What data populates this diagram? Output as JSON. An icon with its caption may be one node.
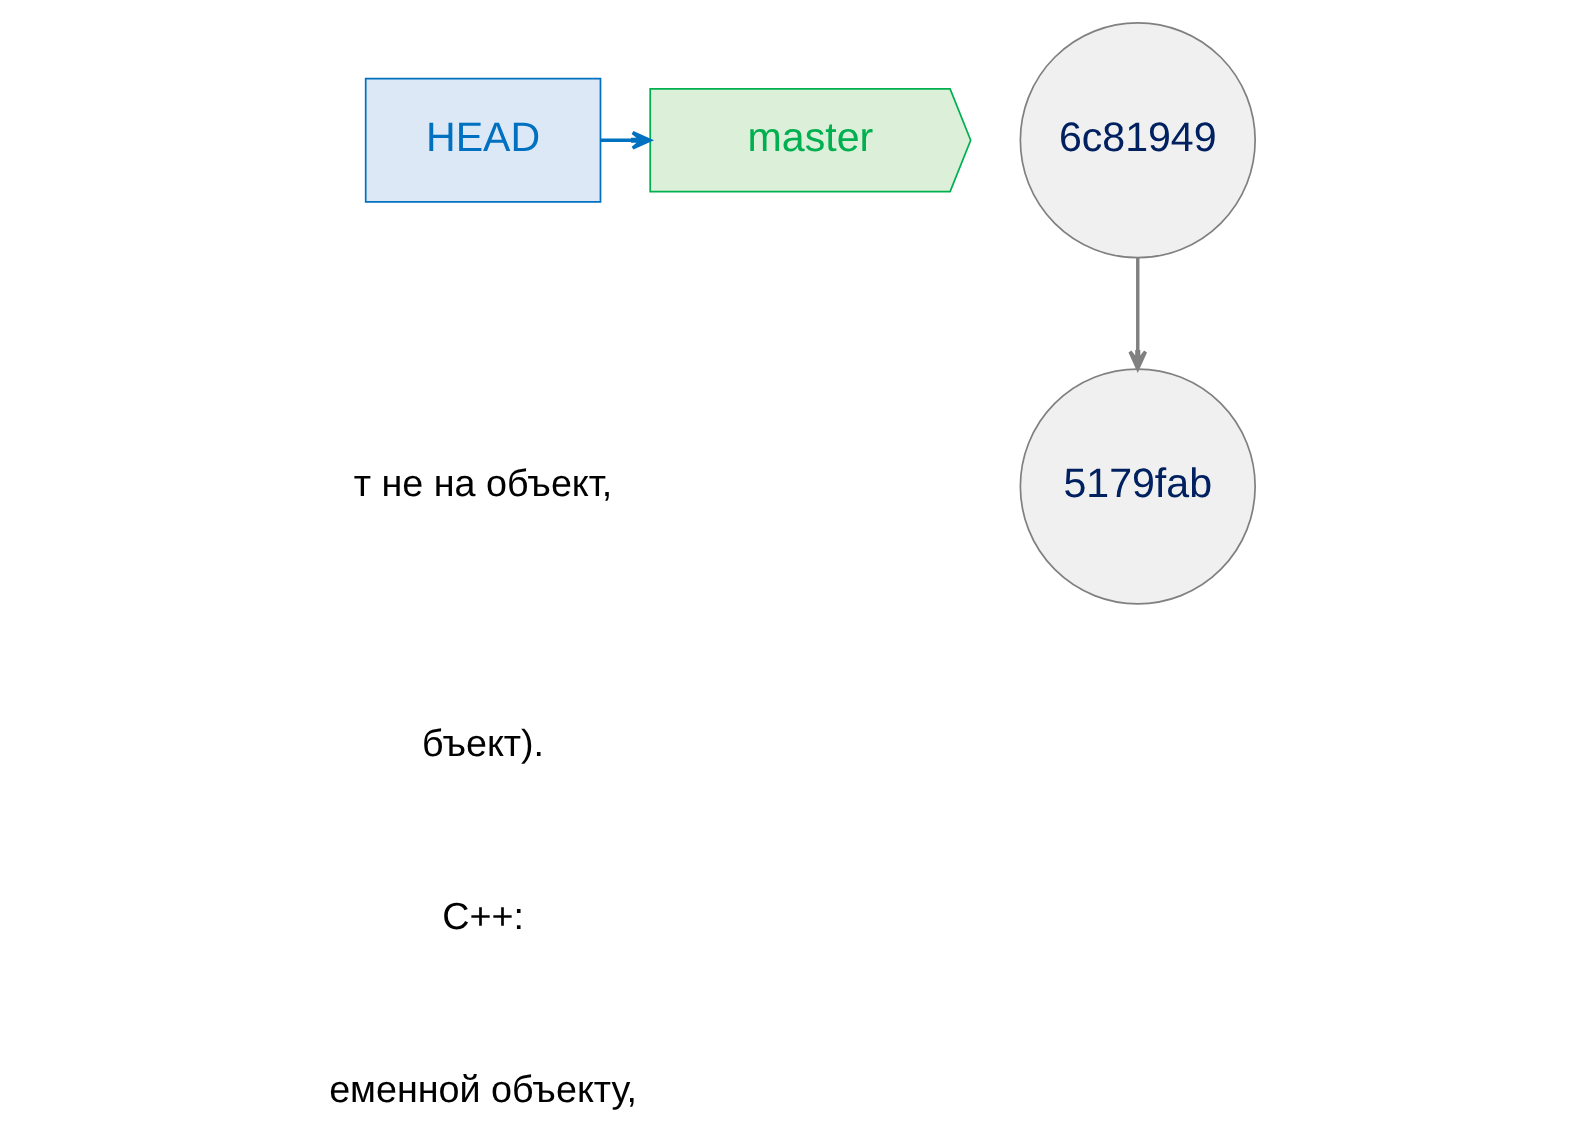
{
  "diagram": {
    "nodes": [
      {
        "text": [
          "HEAD"
        ]
      },
      {
        "text": [
          "master"
        ]
      },
      {
        "text": [
          "6c81949"
        ]
      },
      {
        "text": [
          "5179fab"
        ]
      }
    ],
    "edges": [
      {
        "from": 0,
        "to": 1,
        "arrow": "to",
        "color": "#0070c0"
      },
      {
        "from": 2,
        "to": 3,
        "arrow": "to",
        "color": "#808080"
      }
    ],
    "labels": [
      "т не на объект,",
      "бъект).",
      "C++:",
      "еменной объекту,"
    ]
  }
}
